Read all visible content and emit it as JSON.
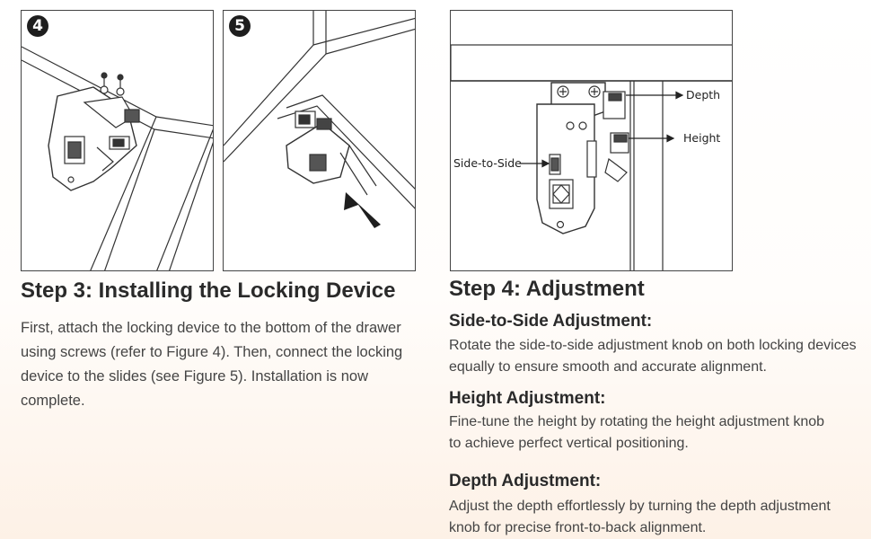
{
  "figures": {
    "fig4": {
      "badge": "4"
    },
    "fig5": {
      "badge": "5"
    },
    "adjustment": {
      "labels": {
        "depth": "Depth",
        "height": "Height",
        "side": "Side-to-Side"
      }
    }
  },
  "step3": {
    "title": "Step 3: Installing the Locking Device",
    "body": "First, attach the locking device to the bottom of the drawer using screws (refer to Figure 4). Then, connect the locking device to the slides (see Figure 5). Installation is now complete."
  },
  "step4": {
    "title": "Step 4: Adjustment",
    "sections": [
      {
        "heading": "Side-to-Side Adjustment:",
        "text": "Rotate the side-to-side adjustment knob on both locking devices equally to ensure smooth and accurate alignment."
      },
      {
        "heading": "Height Adjustment:",
        "text": "Fine-tune the height by rotating the height adjustment knob to achieve perfect vertical positioning."
      },
      {
        "heading": "Depth Adjustment:",
        "text": "Adjust the depth effortlessly by turning the depth adjustment knob for precise front-to-back alignment."
      }
    ]
  }
}
